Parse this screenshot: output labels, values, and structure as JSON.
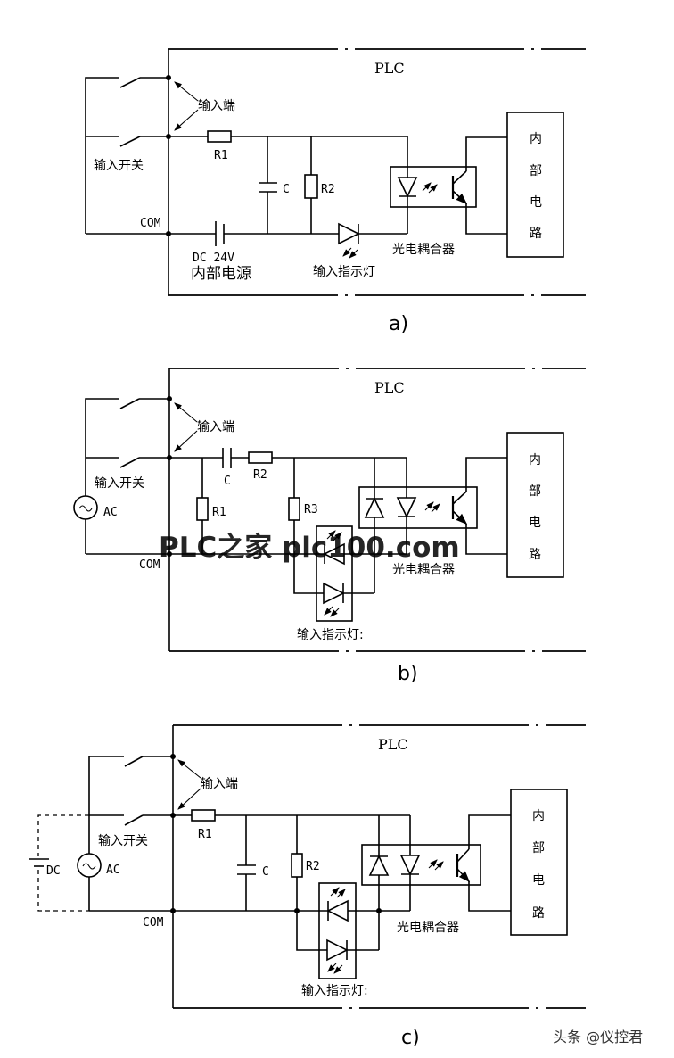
{
  "diagrams": [
    {
      "caption": "a)",
      "plc": "PLC",
      "input_terminal": "输入端",
      "input_switch": "输入开关",
      "com": "COM",
      "r1": "R1",
      "c": "C",
      "r2": "R2",
      "dc": "DC 24V",
      "internal_power": "内部电源",
      "indicator": "输入指示灯",
      "optocoupler": "光电耦合器",
      "internal_circuit": [
        "内",
        "部",
        "电",
        "路"
      ]
    },
    {
      "caption": "b)",
      "plc": "PLC",
      "input_terminal": "输入端",
      "input_switch": "输入开关",
      "com": "COM",
      "ac": "AC",
      "r1": "R1",
      "c": "C",
      "r2": "R2",
      "r3": "R3",
      "indicator": "输入指示灯:",
      "optocoupler": "光电耦合器",
      "internal_circuit": [
        "内",
        "部",
        "电",
        "路"
      ]
    },
    {
      "caption": "c)",
      "plc": "PLC",
      "input_terminal": "输入端",
      "input_switch": "输入开关",
      "com": "COM",
      "ac": "AC",
      "dc": "DC",
      "r1": "R1",
      "c": "C",
      "r2": "R2",
      "indicator": "输入指示灯:",
      "optocoupler": "光电耦合器",
      "internal_circuit": [
        "内",
        "部",
        "电",
        "路"
      ]
    }
  ],
  "watermark": "PLC之家 plc100.com",
  "attribution": "头条 @仪控君"
}
